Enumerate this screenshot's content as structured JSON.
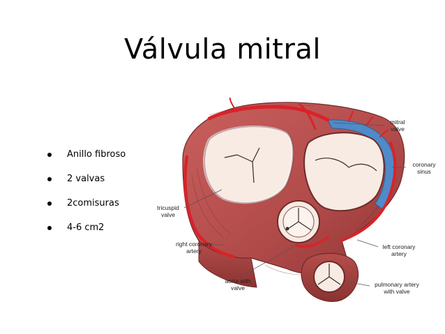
{
  "slide": {
    "title": "Válvula mitral",
    "bullets": [
      "Anillo fibroso",
      "2 valvas",
      "2comisuras",
      "4-6 cm2"
    ]
  },
  "figure": {
    "labels": {
      "mitral_valve": "mitral\nvalve",
      "coronary_sinus": "coronary\nsinus",
      "tricuspid_valve": "tricuspid\nvalve",
      "right_coronary_artery": "right coronary\nartery",
      "left_coronary_artery": "left coronary\nartery",
      "aorta_with_valve": "aorta with\nvalve",
      "pulmonary_artery_with_valve": "pulmonary artery\nwith valve"
    },
    "colors": {
      "muscle": "#b8504f",
      "muscle_dark": "#8e3534",
      "artery": "#d8232a",
      "sinus": "#4f8ac9",
      "valve_fill": "#f7ebe3"
    }
  }
}
